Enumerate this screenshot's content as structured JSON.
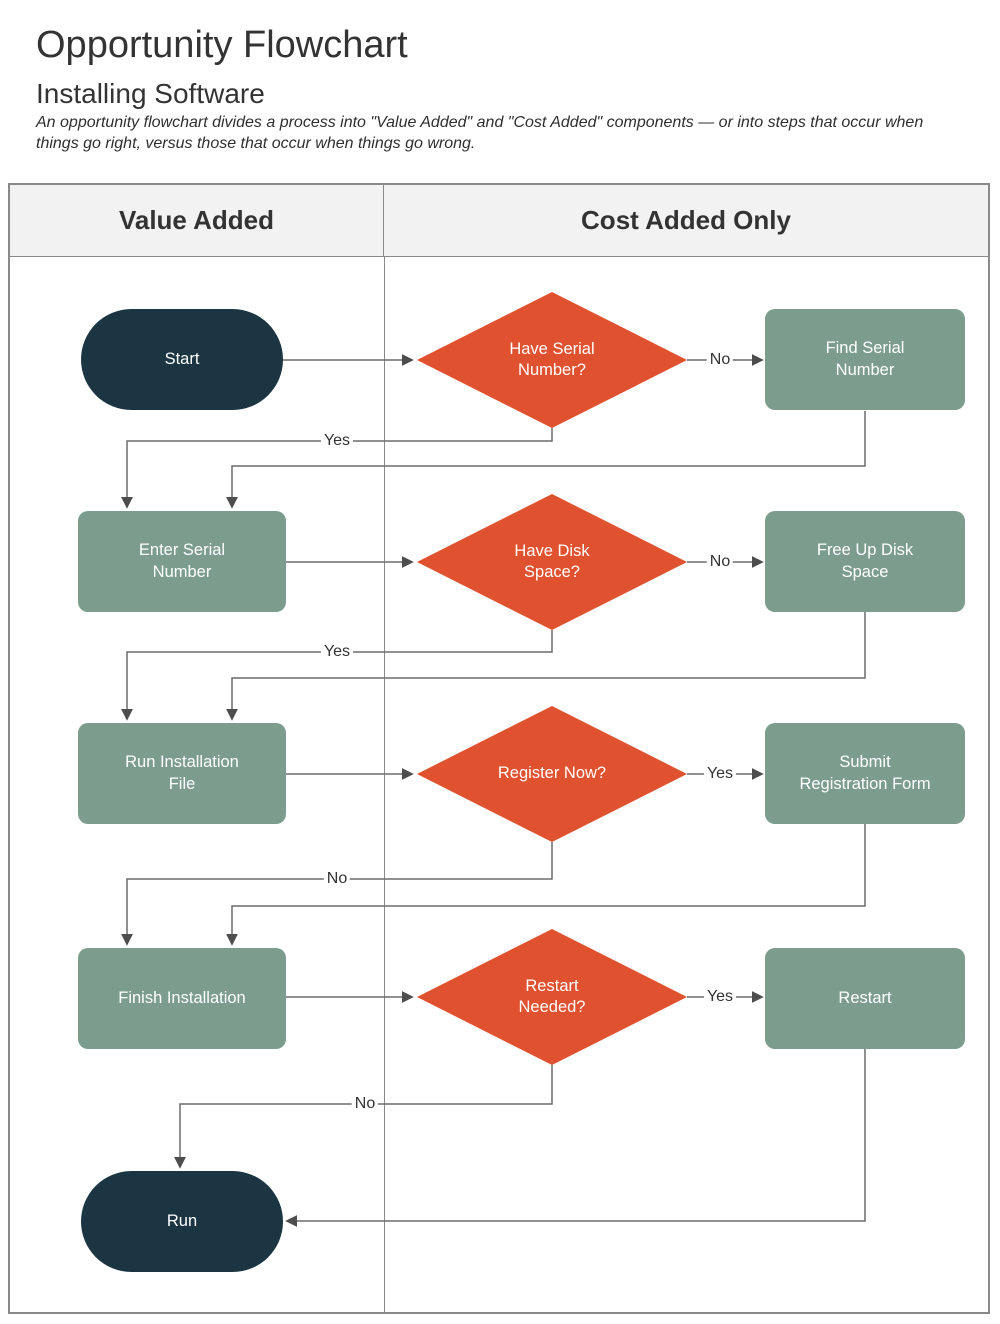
{
  "page": {
    "title": "Opportunity Flowchart",
    "subtitle": "Installing Software",
    "description": "An opportunity flowchart divides a process into \"Value Added\" and \"Cost Added\" components — or into steps that occur when\nthings go right, versus those that occur when things go wrong."
  },
  "table": {
    "columns": [
      {
        "label": "Value Added"
      },
      {
        "label": "Cost Added Only"
      }
    ]
  },
  "flowchart": {
    "nodes": [
      {
        "id": "start",
        "type": "terminator",
        "label": "Start"
      },
      {
        "id": "have-serial-number",
        "type": "decision",
        "label": "Have Serial\nNumber?"
      },
      {
        "id": "find-serial-number",
        "type": "process",
        "label": "Find Serial\nNumber"
      },
      {
        "id": "enter-serial-number",
        "type": "process",
        "label": "Enter Serial\nNumber"
      },
      {
        "id": "have-disk-space",
        "type": "decision",
        "label": "Have Disk\nSpace?"
      },
      {
        "id": "free-up-disk-space",
        "type": "process",
        "label": "Free Up Disk\nSpace"
      },
      {
        "id": "run-installation-file",
        "type": "process",
        "label": "Run Installation\nFile"
      },
      {
        "id": "register-now",
        "type": "decision",
        "label": "Register Now?"
      },
      {
        "id": "submit-registration-form",
        "type": "process",
        "label": "Submit\nRegistration Form"
      },
      {
        "id": "finish-installation",
        "type": "process",
        "label": "Finish Installation"
      },
      {
        "id": "restart-needed",
        "type": "decision",
        "label": "Restart\nNeeded?"
      },
      {
        "id": "restart",
        "type": "process",
        "label": "Restart"
      },
      {
        "id": "run",
        "type": "terminator",
        "label": "Run"
      }
    ],
    "edge_labels": {
      "serial_no": "No",
      "serial_yes": "Yes",
      "disk_no": "No",
      "disk_yes": "Yes",
      "register_yes": "Yes",
      "register_no": "No",
      "restart_yes": "Yes",
      "restart_no": "No"
    },
    "colors": {
      "terminator_fill": "#1b3642",
      "decision_fill": "#e0512f",
      "process_fill": "#7c9d8e",
      "connector_stroke": "#6b6b6b",
      "arrowhead_fill": "#4d4d4d",
      "header_background": "#f2f2f2",
      "table_border": "#8a8a8a"
    }
  }
}
